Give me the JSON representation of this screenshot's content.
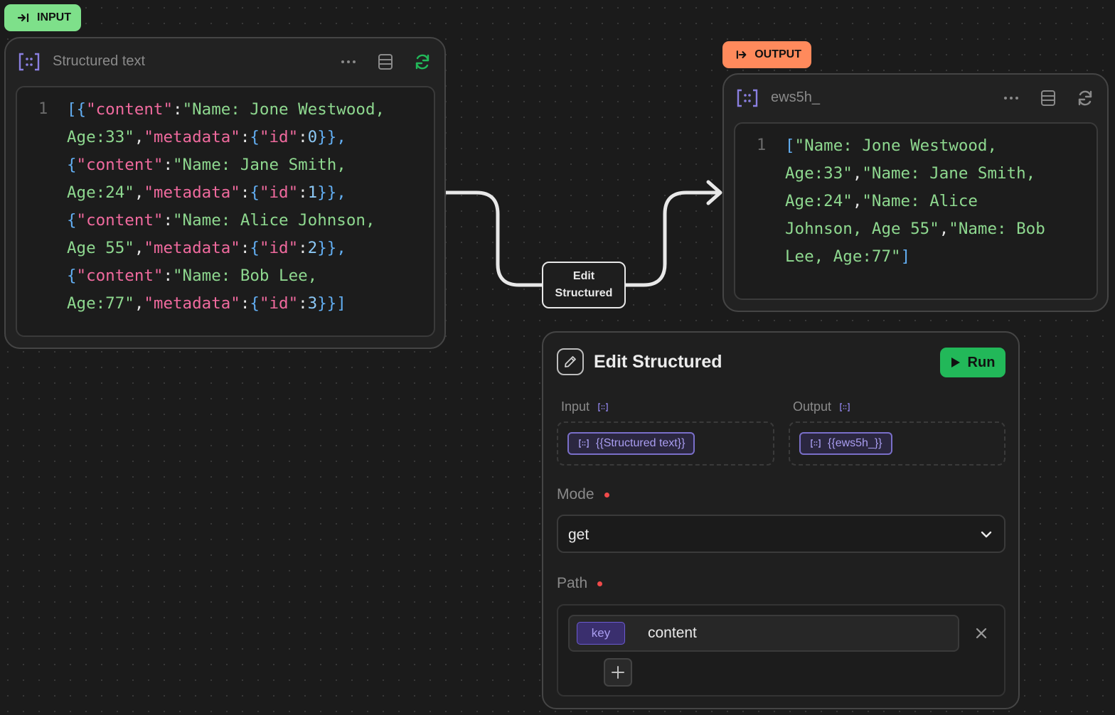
{
  "input_tag": {
    "label": "INPUT",
    "icon": "arrow-right-to-bar-icon",
    "color": "#7ee08a"
  },
  "output_tag": {
    "label": "OUTPUT",
    "icon": "arrow-from-bar-icon",
    "color": "#ff8a5c"
  },
  "input_node": {
    "title": "Structured text",
    "icon": "structured-brackets-icon",
    "actions": [
      "more-icon",
      "database-icon",
      "refresh-icon"
    ],
    "refresh_color": "#22b859",
    "line_number": "1",
    "code": "[{\"content\":\"Name: Jone Westwood, Age:33\",\"metadata\":{\"id\":0}},{\"content\":\"Name: Jane Smith, Age:24\",\"metadata\":{\"id\":1}},{\"content\":\"Name: Alice Johnson, Age 55\",\"metadata\":{\"id\":2}},{\"content\":\"Name: Bob Lee, Age:77\",\"metadata\":{\"id\":3}}]"
  },
  "output_node": {
    "title": "ews5h_",
    "icon": "structured-brackets-icon",
    "actions": [
      "more-icon",
      "database-icon",
      "refresh-icon"
    ],
    "line_number": "1",
    "code": "[\"Name: Jone Westwood, Age:33\",\"Name: Jane Smith, Age:24\",\"Name: Alice Johnson, Age 55\",\"Name: Bob Lee, Age:77\"]"
  },
  "edge": {
    "label_line1": "Edit",
    "label_line2": "Structured"
  },
  "panel": {
    "title": "Edit Structured",
    "icon": "pencil-icon",
    "run_label": "Run",
    "run_color": "#22b859",
    "input_label": "Input",
    "input_chip": "{{Structured text}}",
    "output_label": "Output",
    "output_chip": "{{ews5h_}}",
    "mode_label": "Mode",
    "mode_value": "get",
    "path_label": "Path",
    "path_key_label": "key",
    "path_value": "content",
    "required_color": "#f04a4a"
  }
}
